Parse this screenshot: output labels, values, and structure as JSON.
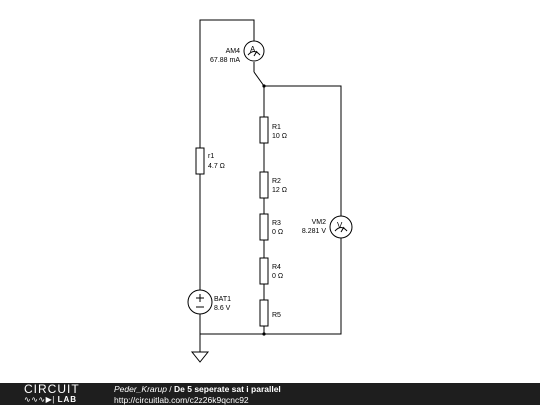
{
  "components": {
    "ammeter": {
      "name": "AM4",
      "value": "67.88 mA",
      "symbol": "A"
    },
    "internal_resistor": {
      "name": "r1",
      "value": "4.7 Ω"
    },
    "battery": {
      "name": "BAT1",
      "value": "8.6 V"
    },
    "resistors": [
      {
        "name": "R1",
        "value": "10 Ω"
      },
      {
        "name": "R2",
        "value": "12 Ω"
      },
      {
        "name": "R3",
        "value": "0 Ω"
      },
      {
        "name": "R4",
        "value": "0 Ω"
      },
      {
        "name": "R5",
        "value": ""
      }
    ],
    "voltmeter": {
      "name": "VM2",
      "value": "8.281 V",
      "symbol": "V"
    }
  },
  "footer": {
    "logo_top": "CIRCUIT",
    "logo_bottom": "LAB",
    "author": "Peder_Krarup",
    "separator": " / ",
    "title": "De 5 seperate sat i parallel",
    "url": "http://circuitlab.com/c2z26k9qcnc92"
  },
  "colors": {
    "footer_bg": "#1e1e1e",
    "footer_text": "#ffffff",
    "wire": "#000000"
  }
}
